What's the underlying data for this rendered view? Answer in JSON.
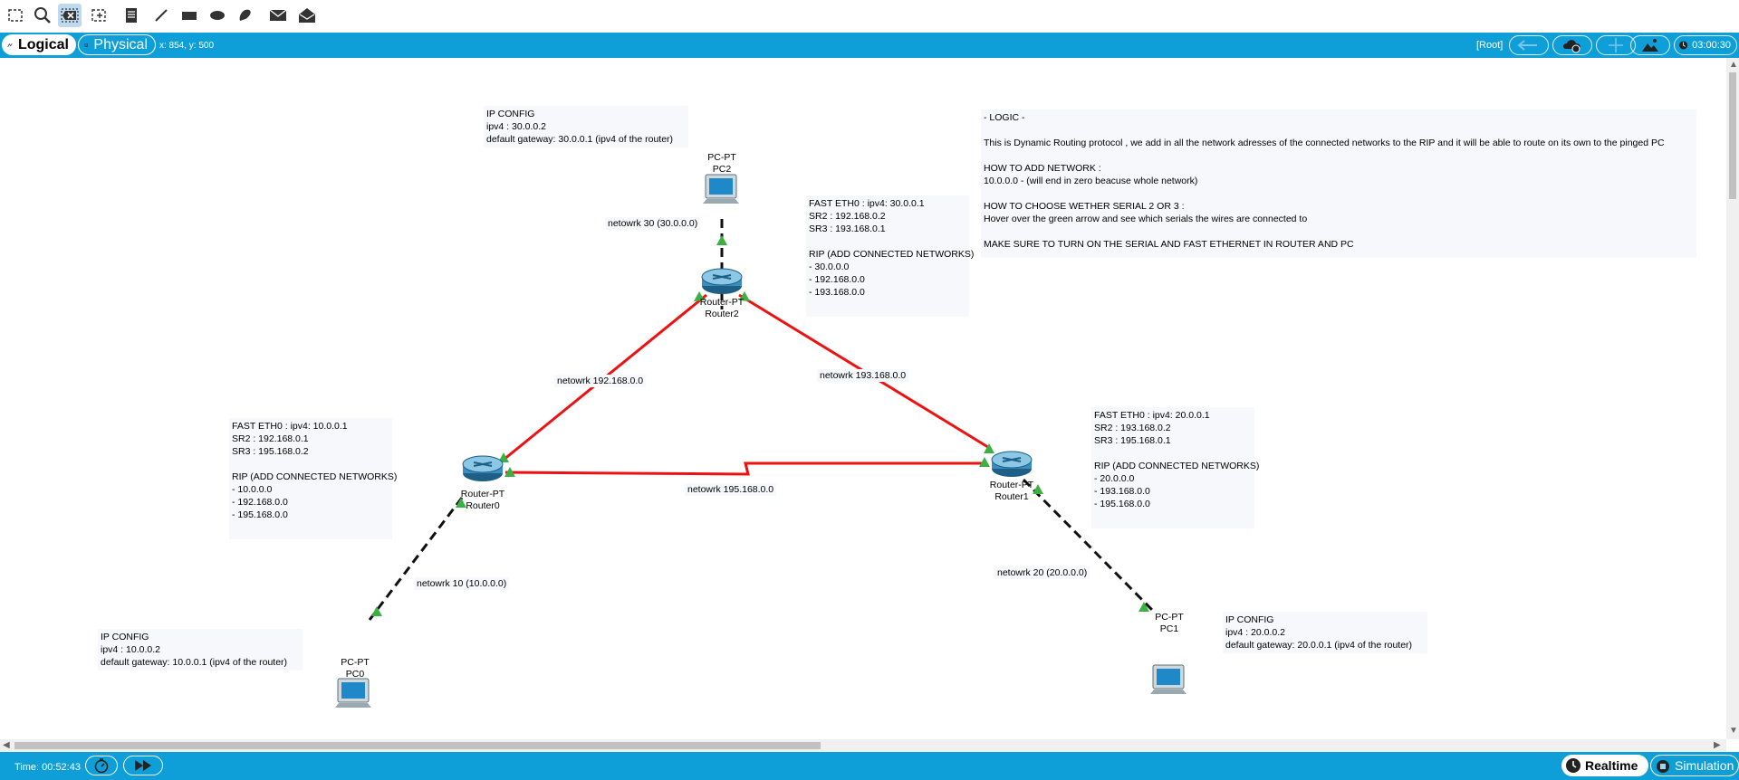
{
  "toolbar": {
    "tools": [
      "select-tool",
      "inspect-tool",
      "delete-tool",
      "resize-shape-tool",
      "place-note-tool",
      "draw-line-tool",
      "draw-rectangle-tool",
      "draw-ellipse-tool",
      "freeform-tool",
      "add-simple-pdu-tool",
      "add-complex-pdu-tool"
    ],
    "active_tool": "delete-tool"
  },
  "modebar": {
    "logical_label": "Logical",
    "physical_label": "Physical",
    "coords": "x: 854, y: 500",
    "root_label": "[Root]",
    "clock": "03:00:30"
  },
  "devices": {
    "pc2": {
      "type": "PC-PT",
      "name": "PC2"
    },
    "pc0": {
      "type": "PC-PT",
      "name": "PC0"
    },
    "pc1": {
      "type": "PC-PT",
      "name": "PC1"
    },
    "router0": {
      "type": "Router-PT",
      "name": "Router0"
    },
    "router1": {
      "type": "Router-PT",
      "name": "Router1"
    },
    "router2": {
      "type": "Router-PT",
      "name": "Router2"
    }
  },
  "links": {
    "net30": "netowrk 30 (30.0.0.0)",
    "net192": "netowrk 192.168.0.0",
    "net193": "netowrk 193.168.0.0",
    "net195": "netowrk 195.168.0.0",
    "net10": "netowrk 10 (10.0.0.0)",
    "net20": "netowrk 20 (20.0.0.0)"
  },
  "notes": {
    "pc2_config": "IP CONFIG\nipv4 : 30.0.0.2\ndefault gateway: 30.0.0.1 (ipv4 of the router)",
    "router2_config": "FAST ETH0 : ipv4: 30.0.0.1\nSR2 : 192.168.0.2\nSR3 : 193.168.0.1\n\nRIP (ADD CONNECTED NETWORKS)\n- 30.0.0.0\n- 192.168.0.0\n- 193.168.0.0",
    "logic": "- LOGIC -\n\nThis is Dynamic Routing protocol , we add in all the network adresses of the connected networks to the RIP and it will be able to route on its own to the pinged PC\n\nHOW TO ADD NETWORK :\n10.0.0.0 - (will end in zero beacuse whole network)\n\nHOW TO CHOOSE WETHER SERIAL 2 OR 3 :\nHover over the green arrow and see which serials the wires are connected to\n\nMAKE SURE TO TURN ON THE SERIAL AND FAST ETHERNET IN ROUTER AND PC",
    "router0_config": "FAST ETH0 : ipv4: 10.0.0.1\nSR2 : 192.168.0.1\nSR3 : 195.168.0.2\n\nRIP (ADD CONNECTED NETWORKS)\n- 10.0.0.0\n- 192.168.0.0\n- 195.168.0.0",
    "router1_config": "FAST ETH0 : ipv4: 20.0.0.1\nSR2 : 193.168.0.2\nSR3 : 195.168.0.1\n\nRIP (ADD CONNECTED NETWORKS)\n- 20.0.0.0\n- 193.168.0.0\n- 195.168.0.0",
    "pc0_config": "IP CONFIG\nipv4 : 10.0.0.2\ndefault gateway: 10.0.0.1 (ipv4 of the router)",
    "pc1_config": "IP CONFIG\nipv4 : 20.0.0.2\ndefault gateway: 20.0.0.1 (ipv4 of the router)"
  },
  "colors": {
    "modebar": "#0f9fd8",
    "serial_link": "#ee1111",
    "ethernet_link": "#111111",
    "port_up": "#3cb043"
  },
  "bottombar": {
    "time": "Time: 00:52:43",
    "realtime_label": "Realtime",
    "simulation_label": "Simulation"
  }
}
